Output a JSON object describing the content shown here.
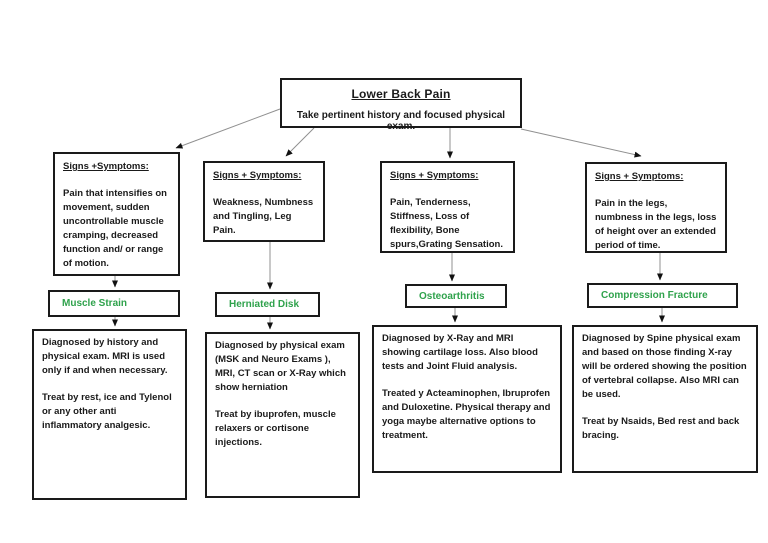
{
  "colors": {
    "page_bg": "#ffffff",
    "node_border": "#1a1a1a",
    "text": "#1a1a1a",
    "diagnosis_green": "#2fa24c",
    "connector": "#909090",
    "arrowhead": "#111111"
  },
  "root": {
    "title": "Lower Back Pain",
    "subtitle": "Take pertinent history and focused physical exam."
  },
  "columns": [
    {
      "id": "muscle-strain",
      "symptoms_heading": "Signs +Symptoms:",
      "symptoms_text": "Pain that intensifies on movement, sudden uncontrollable muscle cramping, decreased function and/ or range of motion.",
      "diagnosis_label": "Muscle Strain",
      "detail_para1": "Diagnosed by history and physical exam. MRI is used only if and when necessary.",
      "detail_para2": "Treat by rest, ice and Tylenol or any other anti inflammatory analgesic."
    },
    {
      "id": "herniated-disk",
      "symptoms_heading": "Signs + Symptoms:",
      "symptoms_text": "Weakness, Numbness and Tingling, Leg Pain.",
      "diagnosis_label": "Herniated Disk",
      "detail_para1": "Diagnosed by physical exam (MSK and Neuro Exams ), MRI, CT scan or X-Ray which show herniation",
      "detail_para2": "Treat by ibuprofen, muscle relaxers or cortisone injections."
    },
    {
      "id": "osteoarthritis",
      "symptoms_heading": "Signs + Symptoms:",
      "symptoms_text": "Pain, Tenderness, Stiffness, Loss of flexibility, Bone spurs,Grating Sensation.",
      "diagnosis_label": "Osteoarthritis",
      "detail_para1": "Diagnosed by X-Ray and MRI showing cartilage loss. Also blood tests and Joint Fluid analysis.",
      "detail_para2": "Treated y Acteaminophen, Ibruprofen and Duloxetine. Physical therapy and yoga maybe alternative options to treatment."
    },
    {
      "id": "compression-fracture",
      "symptoms_heading": "Signs + Symptoms:",
      "symptoms_text": "Pain in the legs, numbness in the legs, loss of height over an extended period of time.",
      "diagnosis_label": "Compression Fracture",
      "detail_para1": "Diagnosed by Spine physical exam and based on those finding X-ray will be ordered showing the position of vertebral collapse. Also MRI can be used.",
      "detail_para2": "Treat by Nsaids, Bed rest and back bracing."
    }
  ],
  "edges": [
    {
      "from": "root",
      "to": "symptoms-muscle-strain"
    },
    {
      "from": "root",
      "to": "symptoms-herniated-disk"
    },
    {
      "from": "root",
      "to": "symptoms-osteoarthritis"
    },
    {
      "from": "root",
      "to": "symptoms-compression-fracture"
    },
    {
      "from": "symptoms-muscle-strain",
      "to": "diagnosis-muscle-strain"
    },
    {
      "from": "diagnosis-muscle-strain",
      "to": "detail-muscle-strain"
    },
    {
      "from": "symptoms-herniated-disk",
      "to": "diagnosis-herniated-disk"
    },
    {
      "from": "diagnosis-herniated-disk",
      "to": "detail-herniated-disk"
    },
    {
      "from": "symptoms-osteoarthritis",
      "to": "diagnosis-osteoarthritis"
    },
    {
      "from": "diagnosis-osteoarthritis",
      "to": "detail-osteoarthritis"
    },
    {
      "from": "symptoms-compression-fracture",
      "to": "diagnosis-compression-fracture"
    },
    {
      "from": "diagnosis-compression-fracture",
      "to": "detail-compression-fracture"
    }
  ]
}
